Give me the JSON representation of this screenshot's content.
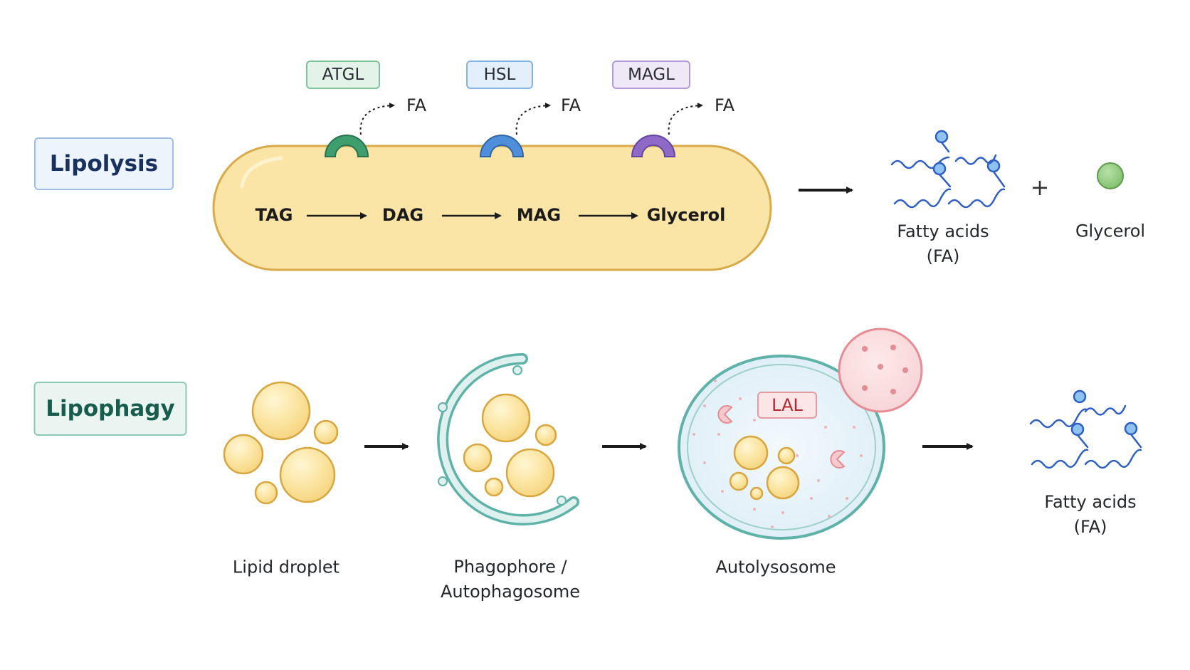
{
  "lipolysis": {
    "section_label": "Lipolysis",
    "enzymes": [
      "ATGL",
      "HSL",
      "MAGL"
    ],
    "enzyme_colors": [
      "#3f9e6d",
      "#4f8fd9",
      "#8e6ac6"
    ],
    "fa_release_label": "FA",
    "steps": [
      "TAG",
      "DAG",
      "MAG",
      "Glycerol"
    ],
    "products": {
      "fatty_acids": [
        "Fatty acids",
        "(FA)"
      ],
      "plus": "+",
      "glycerol": "Glycerol"
    }
  },
  "lipophagy": {
    "section_label": "Lipophagy",
    "stages": {
      "lipid_droplet": "Lipid droplet",
      "phagophore": [
        "Phagophore /",
        "Autophagosome"
      ],
      "autolysosome": "Autolysosome"
    },
    "enzyme": "LAL",
    "product": [
      "Fatty acids",
      "(FA)"
    ]
  },
  "colors": {
    "droplet_fill": "#fbe7a8",
    "droplet_stroke": "#d8ac45",
    "membrane": "#5fb2a8",
    "lysosome": "#e58c95",
    "fatty_acid_chain": "#2f5fc4",
    "glycerol": "#8fcb7e"
  },
  "icons": [
    "atgl-enzyme-icon",
    "hsl-enzyme-icon",
    "magl-enzyme-icon",
    "fatty-acid-chain-icon",
    "glycerol-bead-icon",
    "lipid-droplet-icon",
    "phagophore-icon",
    "autolysosome-icon",
    "lysosome-icon"
  ]
}
